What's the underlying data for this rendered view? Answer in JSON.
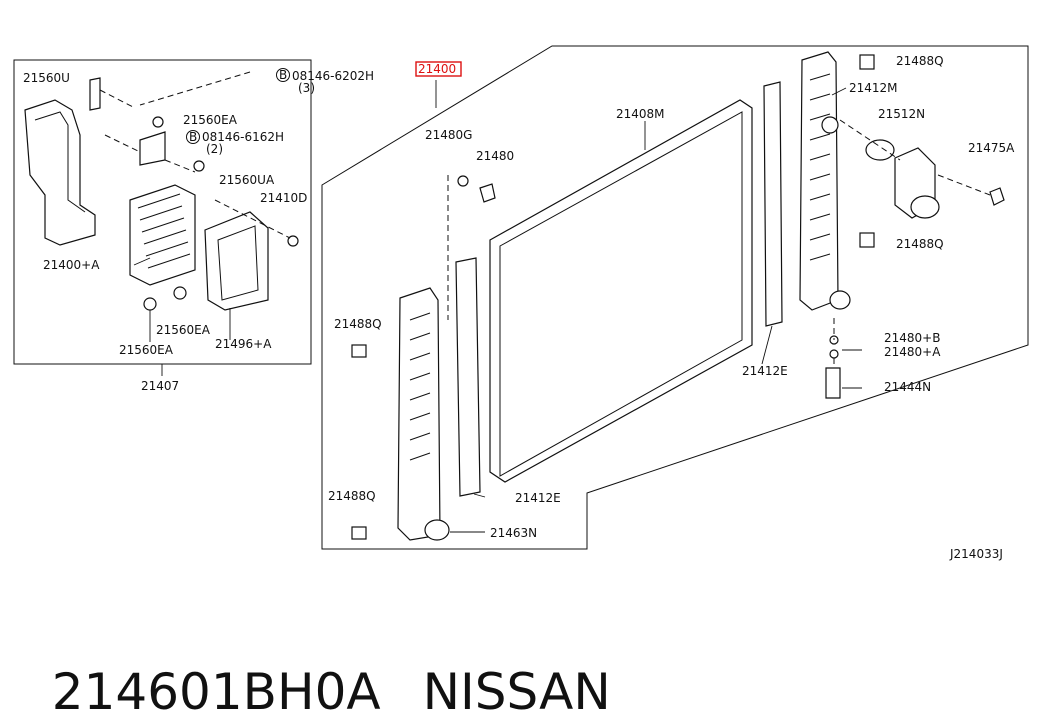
{
  "diagram": {
    "ref_code": "J214033J",
    "group_label": "21407",
    "highlighted_label": "21400",
    "labels": {
      "l21560U": "21560U",
      "l08146_6202H": "08146-6202H",
      "l08146_6202H_qty": "(3)",
      "l21560EA_top": "21560EA",
      "l08146_6162H": "08146-6162H",
      "l08146_6162H_qty": "(2)",
      "l21560UA": "21560UA",
      "l21410D": "21410D",
      "l21400A": "21400+A",
      "l21560EA_mid": "21560EA",
      "l21496A": "21496+A",
      "l21560EA_bot": "21560EA",
      "l21480G": "21480G",
      "l21480": "21480",
      "l21408M": "21408M",
      "l21488Q_tr": "21488Q",
      "l21412M": "21412M",
      "l21512N": "21512N",
      "l21475A": "21475A",
      "l21488Q_r2": "21488Q",
      "l21488Q_l1": "21488Q",
      "l21480B": "21480+B",
      "l21480A": "21480+A",
      "l21444N": "21444N",
      "l21412E_r": "21412E",
      "l21488Q_l2": "21488Q",
      "l21412E_b": "21412E",
      "l21463N": "21463N"
    },
    "bolt_marker": "B"
  },
  "footer": {
    "part_number": "214601BH0A",
    "brand": "NISSAN"
  }
}
